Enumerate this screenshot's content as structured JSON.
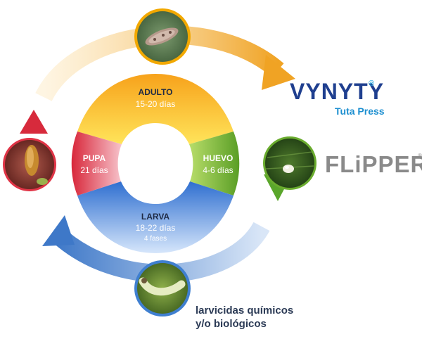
{
  "stages": {
    "adulto": {
      "name": "ADULTO",
      "duration": "15-20 días"
    },
    "huevo": {
      "name": "HUEVO",
      "duration": "4-6 días"
    },
    "larva": {
      "name": "LARVA",
      "duration": "18-22 días",
      "extra": "4 fases"
    },
    "pupa": {
      "name": "PUPA",
      "duration": "21 días"
    }
  },
  "brands": {
    "vynyty": {
      "name": "VYNYTY",
      "mark": "®",
      "sub": "Tuta Press"
    },
    "flipper": {
      "name": "FLiPPER",
      "mark": "®"
    }
  },
  "treatment": {
    "line1": "larvicidas químicos",
    "line2": "y/o biológicos"
  },
  "colors": {
    "adulto": "#f2a800",
    "huevo": "#6aac2e",
    "larva": "#3f7fd0",
    "pupa": "#e03446",
    "vynyty_blue": "#1f3f8f",
    "tuta_blue": "#1d8fd0",
    "flipper_gray": "#8a8a8a"
  },
  "icons": [
    "adult-moth-photo",
    "egg-photo",
    "larva-photo",
    "pupa-photo"
  ]
}
